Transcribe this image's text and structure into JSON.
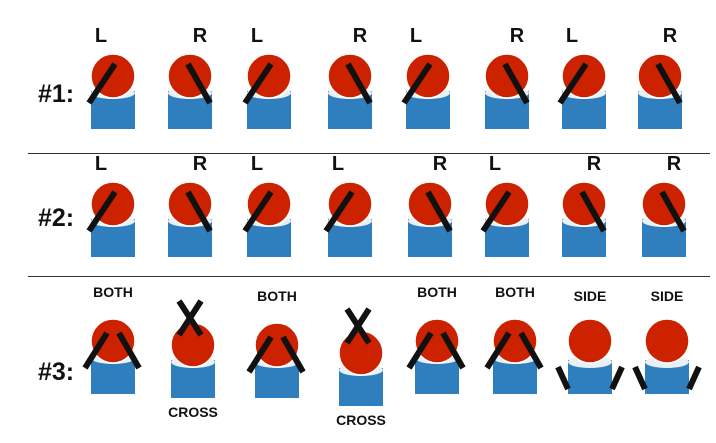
{
  "colors": {
    "head": "#cc2200",
    "head_edge": "#ffffff",
    "body": "#2f7fbf",
    "body_top": "#e8f0f6",
    "stick": "#111111",
    "divider": "#333333"
  },
  "rows": [
    {
      "label": "#1:",
      "figures": [
        {
          "pose": "L",
          "label": "L"
        },
        {
          "pose": "R",
          "label": "R"
        },
        {
          "pose": "L",
          "label": "L"
        },
        {
          "pose": "R",
          "label": "R"
        },
        {
          "pose": "L",
          "label": "L"
        },
        {
          "pose": "R",
          "label": "R"
        },
        {
          "pose": "L",
          "label": "L"
        },
        {
          "pose": "R",
          "label": "R"
        }
      ]
    },
    {
      "label": "#2:",
      "figures": [
        {
          "pose": "L",
          "label": "L"
        },
        {
          "pose": "R",
          "label": "R"
        },
        {
          "pose": "L",
          "label": "L"
        },
        {
          "pose": "L",
          "label": "L"
        },
        {
          "pose": "R",
          "label": "R"
        },
        {
          "pose": "L",
          "label": "L"
        },
        {
          "pose": "R",
          "label": "R"
        },
        {
          "pose": "R",
          "label": "R"
        }
      ]
    },
    {
      "label": "#3:",
      "figures": [
        {
          "pose": "BOTH",
          "label": "BOTH"
        },
        {
          "pose": "CROSS",
          "label": "CROSS"
        },
        {
          "pose": "BOTH",
          "label": "BOTH"
        },
        {
          "pose": "CROSS",
          "label": "CROSS"
        },
        {
          "pose": "BOTH",
          "label": "BOTH"
        },
        {
          "pose": "BOTH",
          "label": "BOTH"
        },
        {
          "pose": "SIDE",
          "label": "SIDE"
        },
        {
          "pose": "SIDE",
          "label": "SIDE"
        }
      ]
    }
  ]
}
